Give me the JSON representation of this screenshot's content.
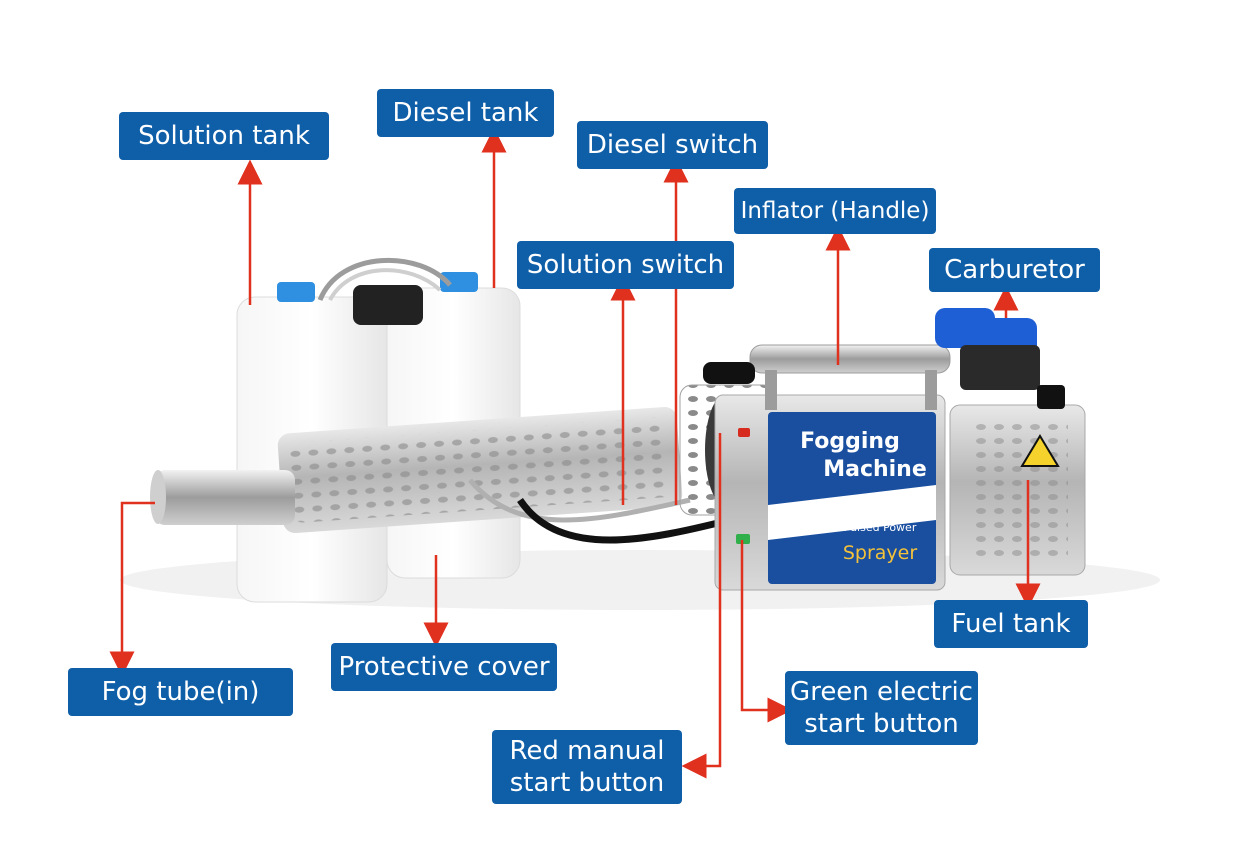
{
  "labels": {
    "solution_tank": "Solution tank",
    "diesel_tank": "Diesel tank",
    "diesel_switch": "Diesel switch",
    "inflator": "Inflator (Handle)",
    "solution_switch": "Solution switch",
    "carburetor": "Carburetor",
    "fuel_tank": "Fuel tank",
    "fog_tube": "Fog tube(in)",
    "protective_cover": "Protective cover",
    "green_start_line1": "Green electric",
    "green_start_line2": "start button",
    "red_start_line1": "Red manual",
    "red_start_line2": "start button"
  },
  "machine_print": {
    "line1": "Fogging",
    "line2": "Machine",
    "line3": "Pulsed Power",
    "line4": "Sprayer"
  },
  "colors": {
    "label_bg": "#0f5ea8",
    "arrow": "#e0301e",
    "tank_cap": "#2f8fe0"
  }
}
